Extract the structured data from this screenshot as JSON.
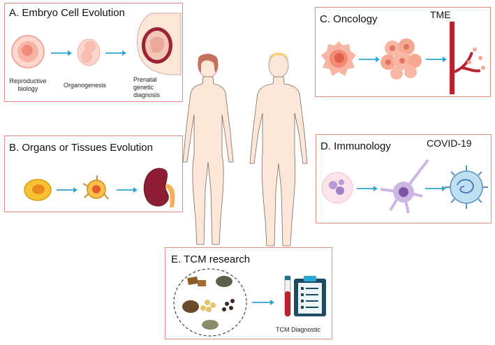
{
  "panelA": {
    "title": "A. Embryo Cell Evolution",
    "captions": [
      "Reproductive biology",
      "Organogenesis",
      "Prenatal genetic diagnosis"
    ]
  },
  "panelB": {
    "title": "B. Organs or Tissues Evolution"
  },
  "panelC": {
    "title": "C. Oncology",
    "tag": "TME"
  },
  "panelD": {
    "title": "D. Immunology",
    "tag": "COVID-19"
  },
  "panelE": {
    "title": "E. TCM research",
    "caption": "TCM Diagnostic"
  },
  "colors": {
    "border": "#e38a7d",
    "arrow": "#2aa6d8",
    "skin": "#fbe6d8"
  }
}
